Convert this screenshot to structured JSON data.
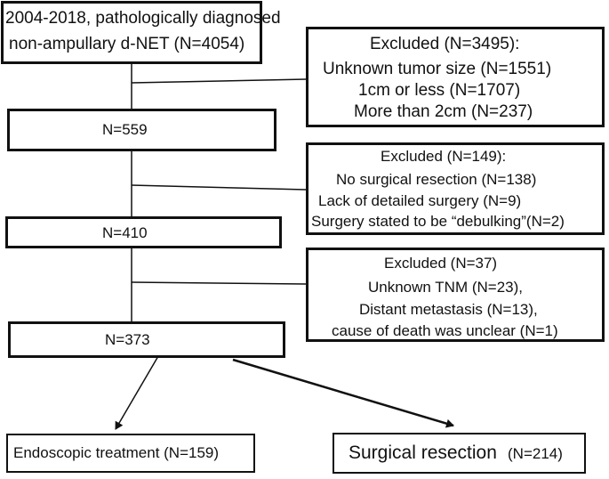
{
  "start": {
    "line1": "2004-2018, pathologically diagnosed",
    "line2": "non-ampullary d-NET (N=4054)"
  },
  "exclusion1": {
    "title": "Excluded (N=3495):",
    "items": [
      "Unknown  tumor size   (N=1551)",
      "1cm or less   (N=1707)",
      "More than 2cm   (N=237)"
    ]
  },
  "n559": "N=559",
  "exclusion2": {
    "title": "Excluded (N=149):",
    "items": [
      "No surgical resection (N=138)",
      "Lack of detailed surgery (N=9)",
      "Surgery stated to be “debulking”(N=2)"
    ]
  },
  "n410": "N=410",
  "exclusion3": {
    "title": "Excluded (N=37)",
    "items": [
      "Unknown TNM (N=23),",
      "Distant metastasis  (N=13),",
      "cause of death  was unclear (N=1)"
    ]
  },
  "n373": "N=373",
  "endoscopic": "Endoscopic treatment (N=159)",
  "surgical": {
    "label": "Surgical resection",
    "count": "(N=214)"
  }
}
